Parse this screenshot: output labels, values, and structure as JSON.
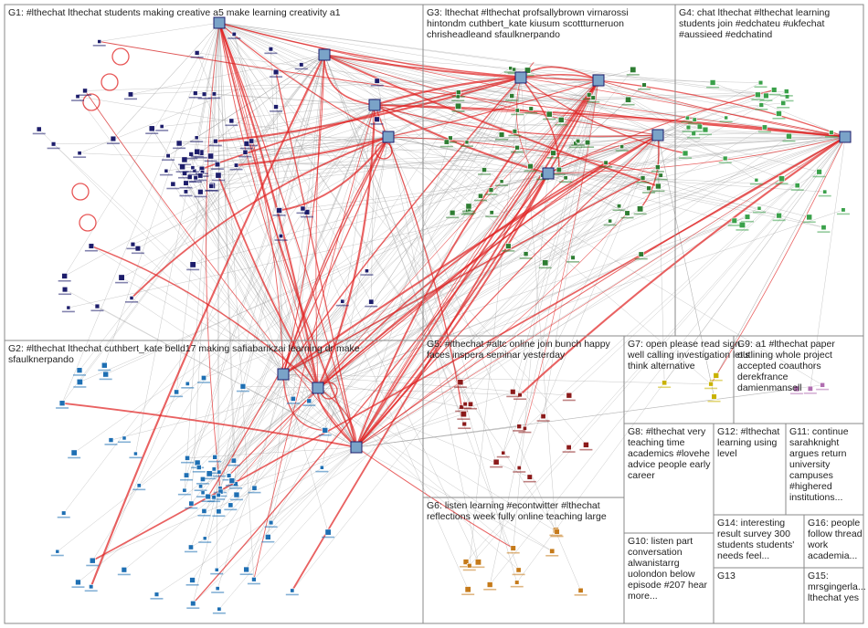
{
  "colors": {
    "background": "#ffffff",
    "box_border": "#8a8a8a",
    "edge_gray": "#9a9a9a",
    "edge_red": "#e02020",
    "g1_nodes": "#1d1d6b",
    "g2_nodes": "#1e6fb3",
    "g3_nodes": "#2e7d32",
    "g4_nodes": "#3aa14a",
    "g5_nodes": "#8b1a1a",
    "g6_nodes": "#c57a1a",
    "g7_nodes": "#c9b200",
    "g9_nodes": "#b06db0"
  },
  "groups": [
    {
      "id": "G1",
      "label_lines": [
        "G1: #lthechat lthechat students making creative a5 make learning creativity a1"
      ]
    },
    {
      "id": "G2",
      "label_lines": [
        "G2: #lthechat lthechat cuthbert_kate belld17 making safiabarikzai learning dr make",
        "sfaulknerpando"
      ]
    },
    {
      "id": "G3",
      "label_lines": [
        "G3: lthechat #lthechat profsallybrown virnarossi",
        "hintondm cuthbert_kate kiusum scottturneruon",
        "chrisheadleand sfaulknerpando"
      ]
    },
    {
      "id": "G4",
      "label_lines": [
        "G4: chat lthechat #lthechat learning",
        "students join #edchateu #ukfechat",
        "#aussieed #edchatind"
      ]
    },
    {
      "id": "G5",
      "label_lines": [
        "G5: #lthechat #altc online join bunch happy",
        "faces inspera seminar yesterday"
      ]
    },
    {
      "id": "G6",
      "label_lines": [
        "G6: listen learning #econtwitter #lthechat",
        "reflections week fully online teaching large"
      ]
    },
    {
      "id": "G7",
      "label_lines": [
        "G7: open please read sign",
        "well calling investigation let's",
        "think alternative"
      ]
    },
    {
      "id": "G8",
      "label_lines": [
        "G8: #lthechat very",
        "teaching time",
        "academics #lovehe",
        "advice people early",
        "career"
      ]
    },
    {
      "id": "G9",
      "label_lines": [
        "G9: a1 #lthechat paper",
        "outlining whole project",
        "accepted coauthors",
        "derekfrance",
        "damienmansell"
      ]
    },
    {
      "id": "G10",
      "label_lines": [
        "G10: listen part",
        "conversation",
        "alwanistarrg",
        "uolondon below",
        "episode #207 hear",
        "more..."
      ]
    },
    {
      "id": "G11",
      "label_lines": [
        "G11: continue",
        "sarahknight",
        "argues return",
        "university",
        "campuses",
        "#highered",
        "institutions..."
      ]
    },
    {
      "id": "G12",
      "label_lines": [
        "G12: #lthechat",
        "learning using",
        "level"
      ]
    },
    {
      "id": "G13",
      "label_lines": [
        "G13"
      ]
    },
    {
      "id": "G14",
      "label_lines": [
        "G14: interesting",
        "result survey 300",
        "students students'",
        "needs feel..."
      ]
    },
    {
      "id": "G15",
      "label_lines": [
        "G15:",
        "mrsgingerla...",
        "lthechat yes"
      ]
    },
    {
      "id": "G16",
      "label_lines": [
        "G16: people",
        "follow thread",
        "work",
        "academia..."
      ]
    }
  ]
}
